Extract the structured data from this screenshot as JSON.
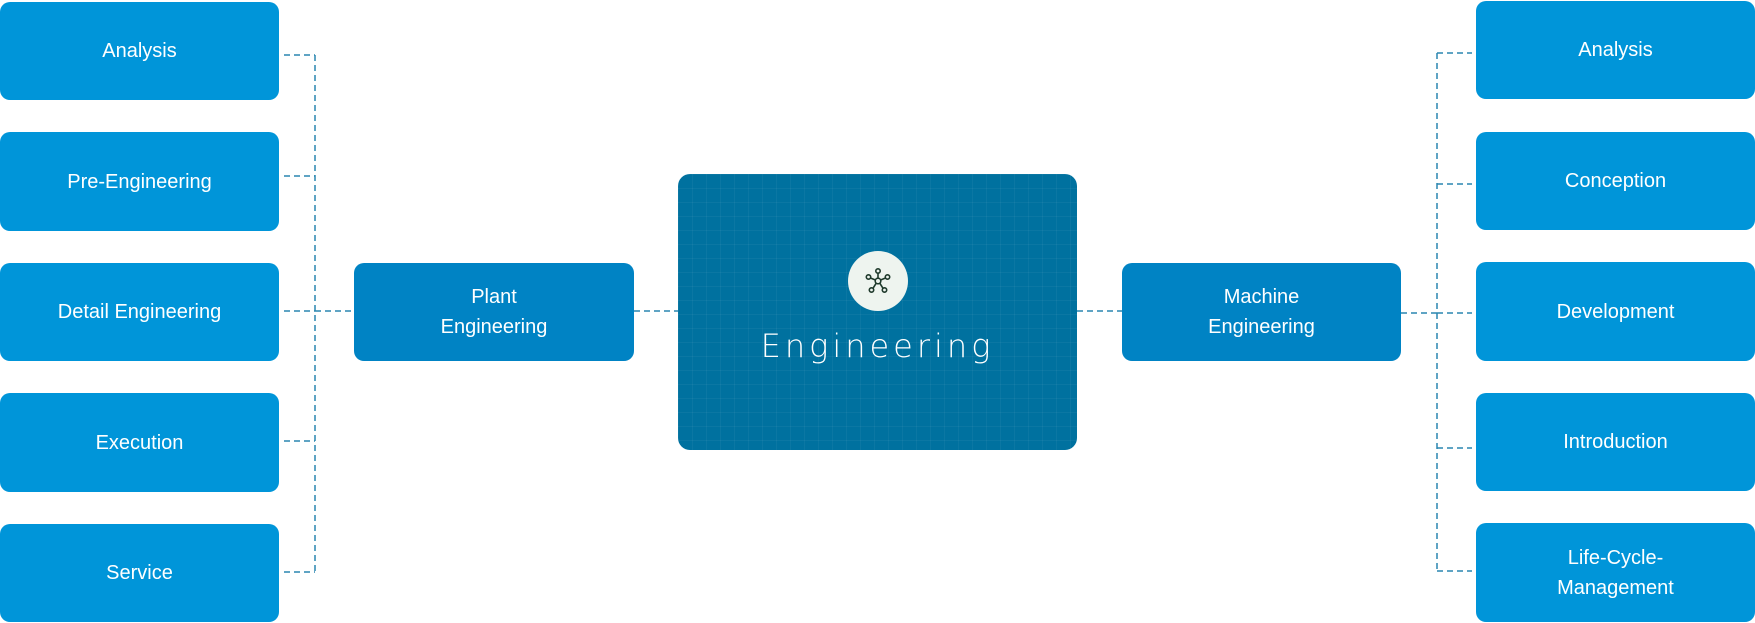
{
  "center": {
    "title": "Engineering",
    "icon": "network-nodes-icon"
  },
  "left": {
    "branch": "Plant\nEngineering",
    "items": [
      "Analysis",
      "Pre-Engineering",
      "Detail Engineering",
      "Execution",
      "Service"
    ]
  },
  "right": {
    "branch": "Machine\nEngineering",
    "items": [
      "Analysis",
      "Conception",
      "Development",
      "Introduction",
      "Life-Cycle-\nManagement"
    ]
  },
  "colors": {
    "leaf": "#0095d9",
    "branch": "#0083c4",
    "center": "#00719f",
    "connector": "#2a86b0"
  }
}
